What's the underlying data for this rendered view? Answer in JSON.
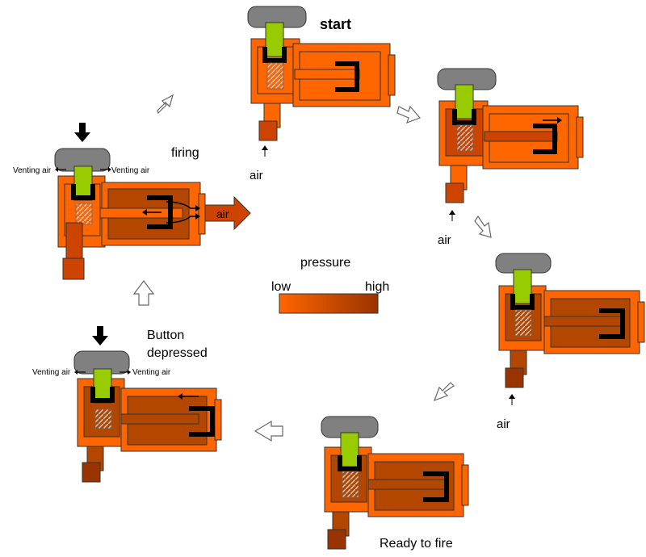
{
  "labels": {
    "start": "start",
    "firing": "firing",
    "button_depressed_line1": "Button",
    "button_depressed_line2": "depressed",
    "ready_to_fire": "Ready to fire",
    "air": "air",
    "venting_air": "Venting air",
    "pressure": "pressure",
    "low": "low",
    "high": "high"
  },
  "colors": {
    "body_orange": "#ff6600",
    "body_dark": "#cc4400",
    "chamber_pressurized": "#b34700",
    "knob_gray": "#808080",
    "stem_green": "#99cc00",
    "spring_gray": "#aaaaaa",
    "piston_black": "#000000",
    "pressure_low": "#ff6600",
    "pressure_high": "#993300"
  },
  "stages": [
    {
      "id": "start",
      "state": "low"
    },
    {
      "id": "filling-1",
      "state": "filling"
    },
    {
      "id": "filling-2",
      "state": "high"
    },
    {
      "id": "ready-to-fire",
      "state": "high"
    },
    {
      "id": "button-depressed",
      "state": "high-venting"
    },
    {
      "id": "firing",
      "state": "firing"
    }
  ]
}
